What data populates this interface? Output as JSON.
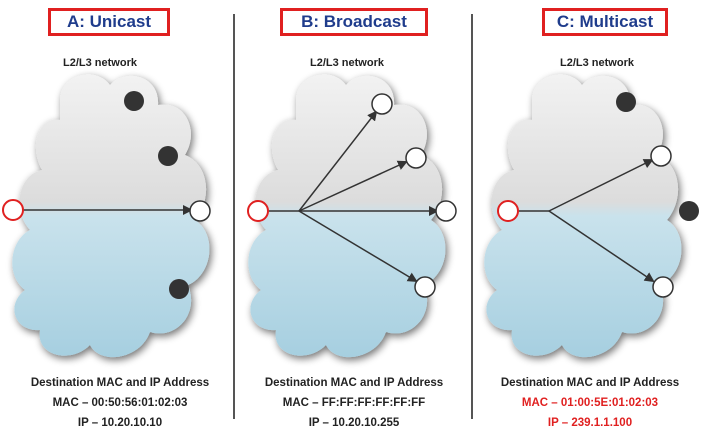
{
  "panels": [
    {
      "title": "A: Unicast",
      "network_label": "L2/L3 network",
      "caption_heading": "Destination MAC and IP Address",
      "mac": "MAC – 00:50:56:01:02:03",
      "ip": "IP – 10.20.10.10"
    },
    {
      "title": "B: Broadcast",
      "network_label": "L2/L3 network",
      "caption_heading": "Destination MAC and IP Address",
      "mac": "MAC – FF:FF:FF:FF:FF:FF",
      "ip": "IP – 10.20.10.255"
    },
    {
      "title": "C: Multicast",
      "network_label": "L2/L3 network",
      "caption_heading": "Destination MAC and IP Address",
      "mac": "MAC – 01:00:5E:01:02:03",
      "ip": "IP – 239.1.1.100"
    }
  ],
  "colors": {
    "title_border": "#e02020",
    "title_text": "#1f3c8c",
    "source_node_outline": "#e02020",
    "receiver_node": "#ffffff",
    "inactive_node": "#333333",
    "multicast_caption": "#e02020"
  }
}
